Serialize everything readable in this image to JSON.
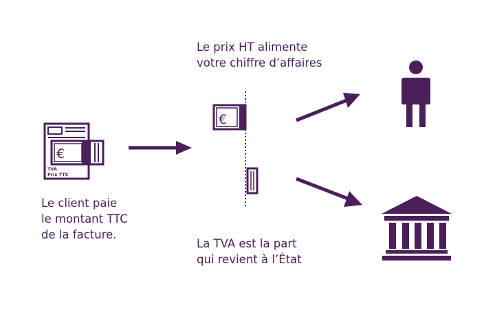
{
  "colors": {
    "primary": "#4a1f5a",
    "background": "#ffffff"
  },
  "caption_ht": [
    "Le prix HT alimente",
    "votre chiffre d’affaires"
  ],
  "caption_client": [
    "Le client paie",
    "le montant TTC",
    "de la facture."
  ],
  "caption_tva": [
    "La TVA est la part",
    "qui revient à l’État"
  ],
  "invoice": {
    "euro": "€",
    "label_tva": "TVA",
    "label_ttc": "Prix TTC"
  },
  "split_note": {
    "euro": "€"
  },
  "icons": {
    "invoice": "invoice-with-banknote-icon",
    "ht_note": "banknote-icon",
    "tva_note": "banknote-slice-icon",
    "person": "person-icon",
    "state": "government-building-icon",
    "arrow": "arrow-right-icon"
  }
}
